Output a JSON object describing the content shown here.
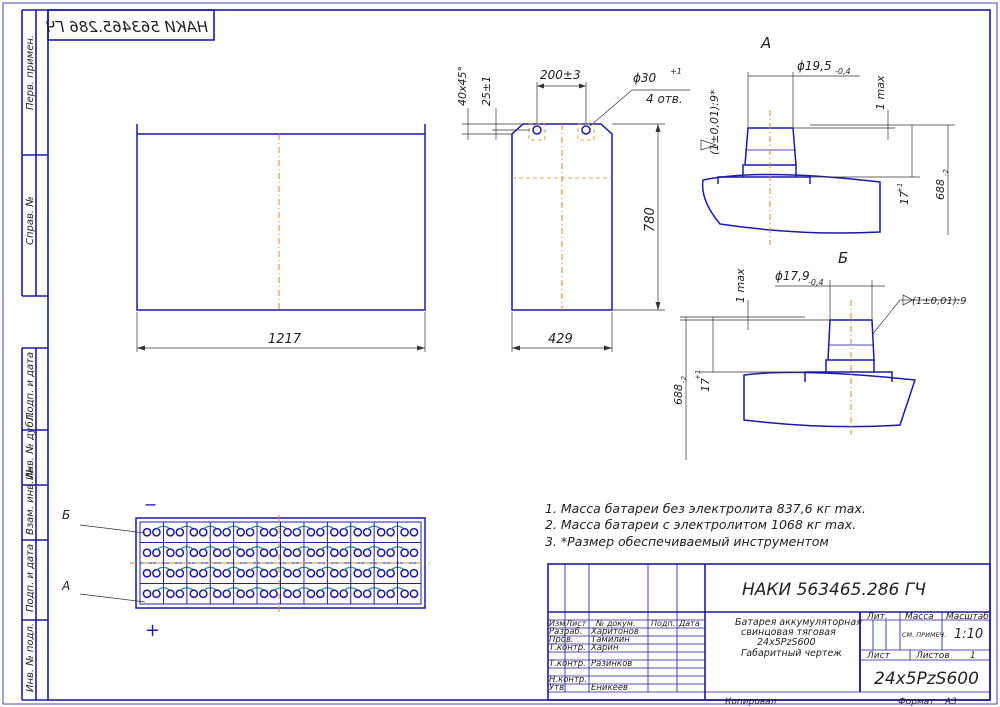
{
  "drawing_code_stamp": "НАКИ 563465.286 ГЧ",
  "side_labels": [
    "Перв. примен.",
    "Справ. №",
    "Подп. и дата",
    "Инв. № дубл.",
    "Взам. инв. №",
    "Подп. и дата",
    "Инв. № подл."
  ],
  "dims": {
    "length": "1217",
    "width": "429",
    "height": "780",
    "hole_spacing": "200±3",
    "hole_dia": "ϕ30",
    "hole_dia_tol": "+1",
    "hole_count": "4 отв.",
    "chamfer": "40х45°",
    "offset": "25±1"
  },
  "view_a": {
    "label": "А",
    "dia": "ϕ19,5",
    "dia_tol": "-0,4",
    "taper": "(1±0,01):9*",
    "max": "1 max",
    "h17": "17",
    "h17_tol": "+1",
    "h688": "688",
    "h688_tol": "-2"
  },
  "view_b": {
    "label": "Б",
    "dia": "ϕ17,9",
    "dia_tol": "-0,4",
    "taper": "(1±0,01):9",
    "max": "1 max",
    "h17": "17",
    "h17_tol": "+1",
    "h688": "688",
    "h688_tol": "-2"
  },
  "plan": {
    "label_b": "Б",
    "label_a": "А",
    "minus": "−",
    "plus": "+"
  },
  "notes": [
    "1. Масса батареи без электролита 837,6 кг max.",
    "2. Масса батареи с электролитом 1068 кг max.",
    "3. *Размер обеспечиваемый инструментом"
  ],
  "title_block": {
    "code": "НАКИ 563465.286 ГЧ",
    "name_lines": [
      "Батарея аккумуляторная",
      "свинцовая тяговая",
      "24х5PzS600",
      "Габаритный чертеж"
    ],
    "designation": "24х5PzS600",
    "head_lit": "Лит.",
    "head_mass": "Масса",
    "head_scale": "Масштаб",
    "mass_value": "СМ. ПРИМЕЧ.",
    "scale_value": "1:10",
    "sheet_label": "Лист",
    "sheets_label": "Листов",
    "sheets_value": "1",
    "cols": [
      "Изм",
      "Лист",
      "№ докум.",
      "Подп.",
      "Дата"
    ],
    "rows": [
      {
        "role": "Разраб.",
        "name": "Харитонов"
      },
      {
        "role": "Пров.",
        "name": "Тамилин"
      },
      {
        "role": "Т.контр.",
        "name": "Харин"
      },
      {
        "role": "Т.контр.",
        "name": "Разинков"
      },
      {
        "role": "Н.контр.",
        "name": ""
      },
      {
        "role": "Утв.",
        "name": "Еникеев"
      }
    ],
    "copied": "Копировал",
    "format_label": "Формат",
    "format_value": "А3"
  }
}
